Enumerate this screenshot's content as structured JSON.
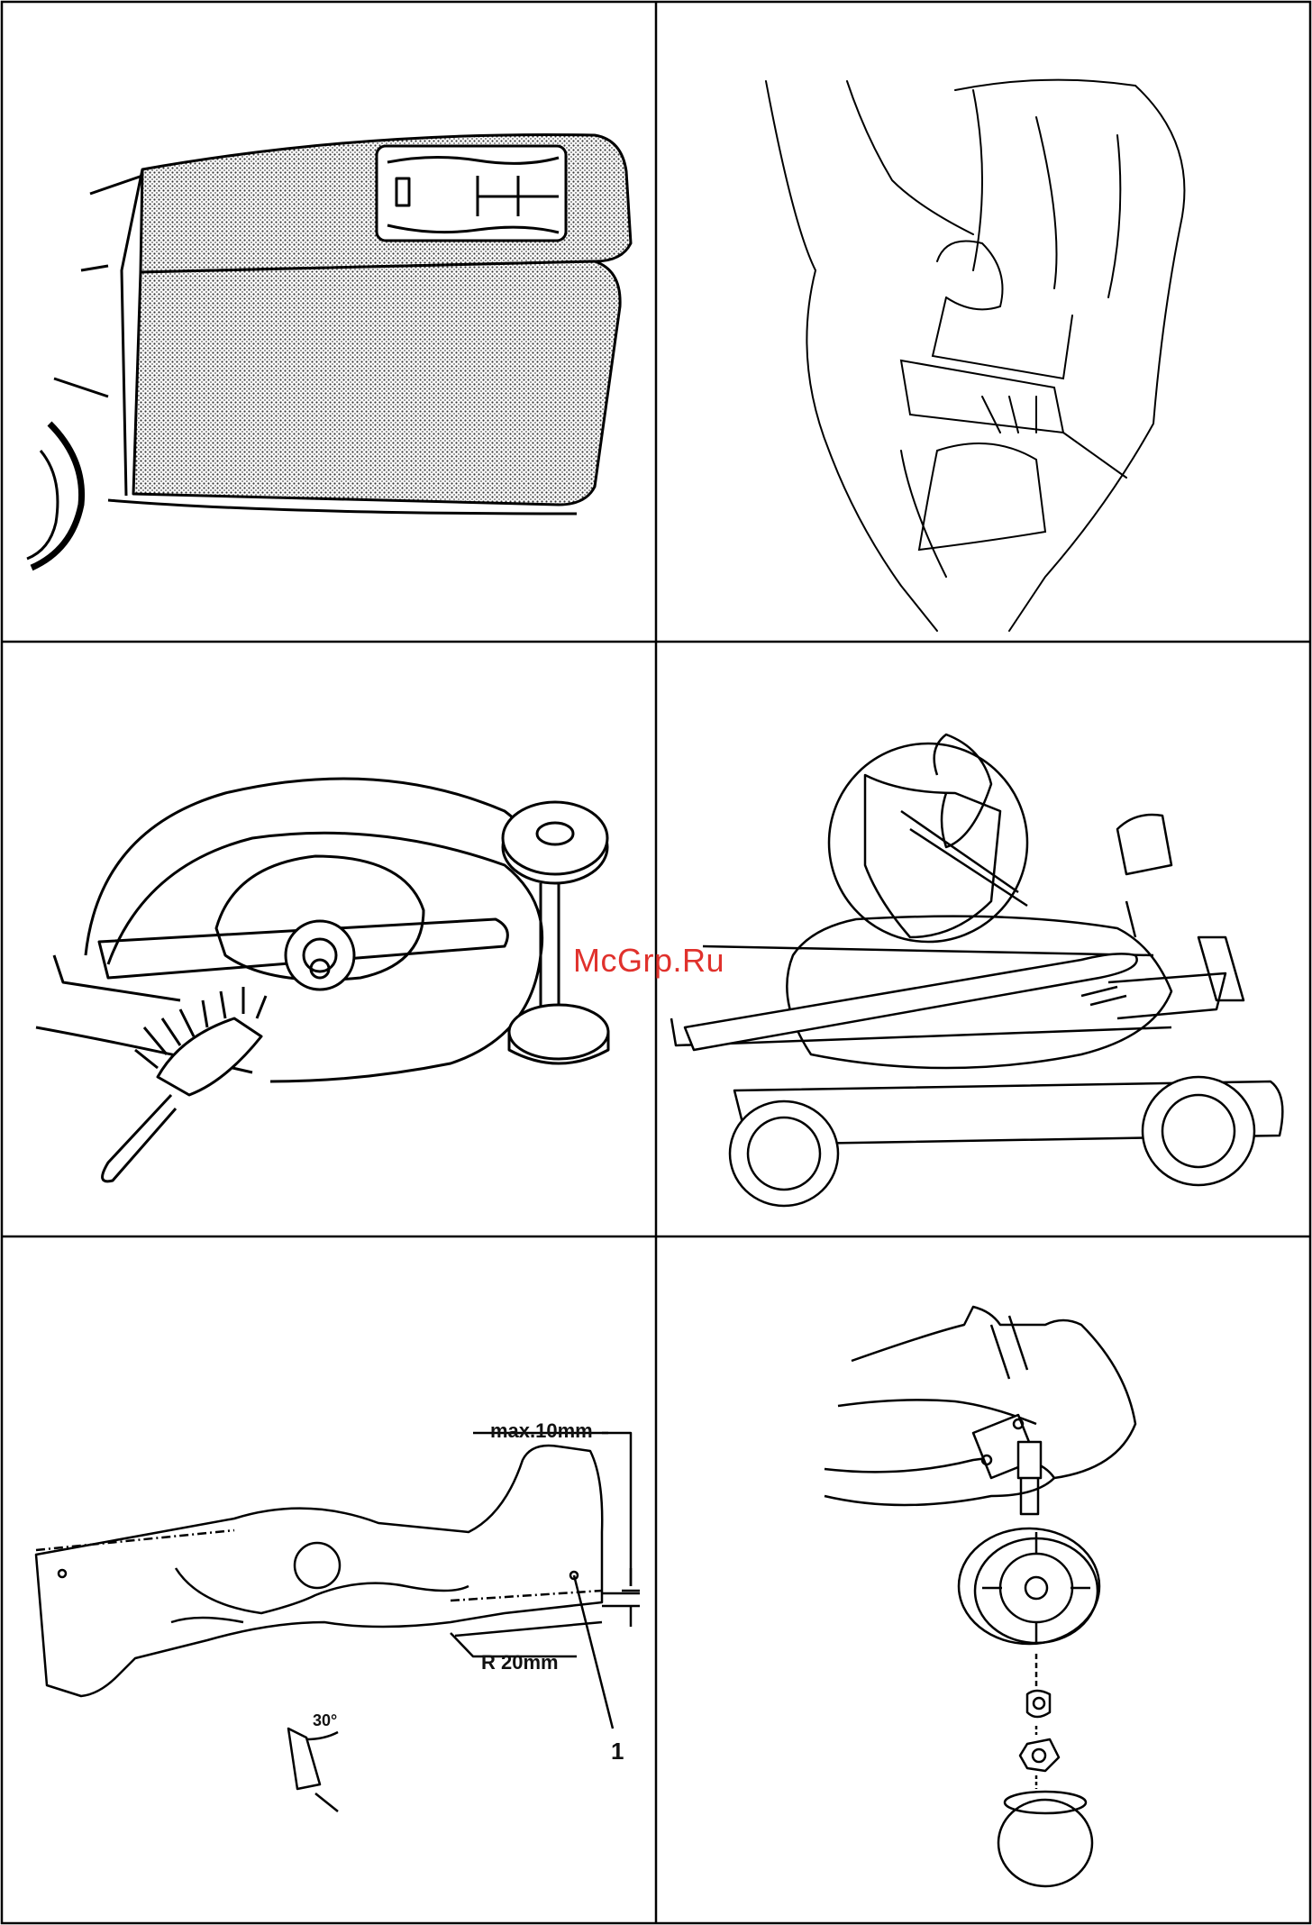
{
  "watermark": {
    "text": "McGrp.Ru",
    "color": "#e0312c"
  },
  "panels": [
    {
      "name": "grass-bag-handle-panel",
      "icon": "grass-bag-icon"
    },
    {
      "name": "carrying-grass-bag-panel",
      "icon": "person-carrying-bag-icon"
    },
    {
      "name": "brush-cleaning-deck-panel",
      "icon": "brush-icon"
    },
    {
      "name": "handle-folding-panel",
      "icon": "mower-handle-icon"
    },
    {
      "name": "blade-sharpening-panel",
      "icon": "blade-icon",
      "labels": {
        "max_wear": "max.10mm",
        "radius": "R 20mm",
        "angle": "30°",
        "callout": "1"
      }
    },
    {
      "name": "wheel-assembly-panel",
      "icon": "wheel-icon"
    }
  ]
}
